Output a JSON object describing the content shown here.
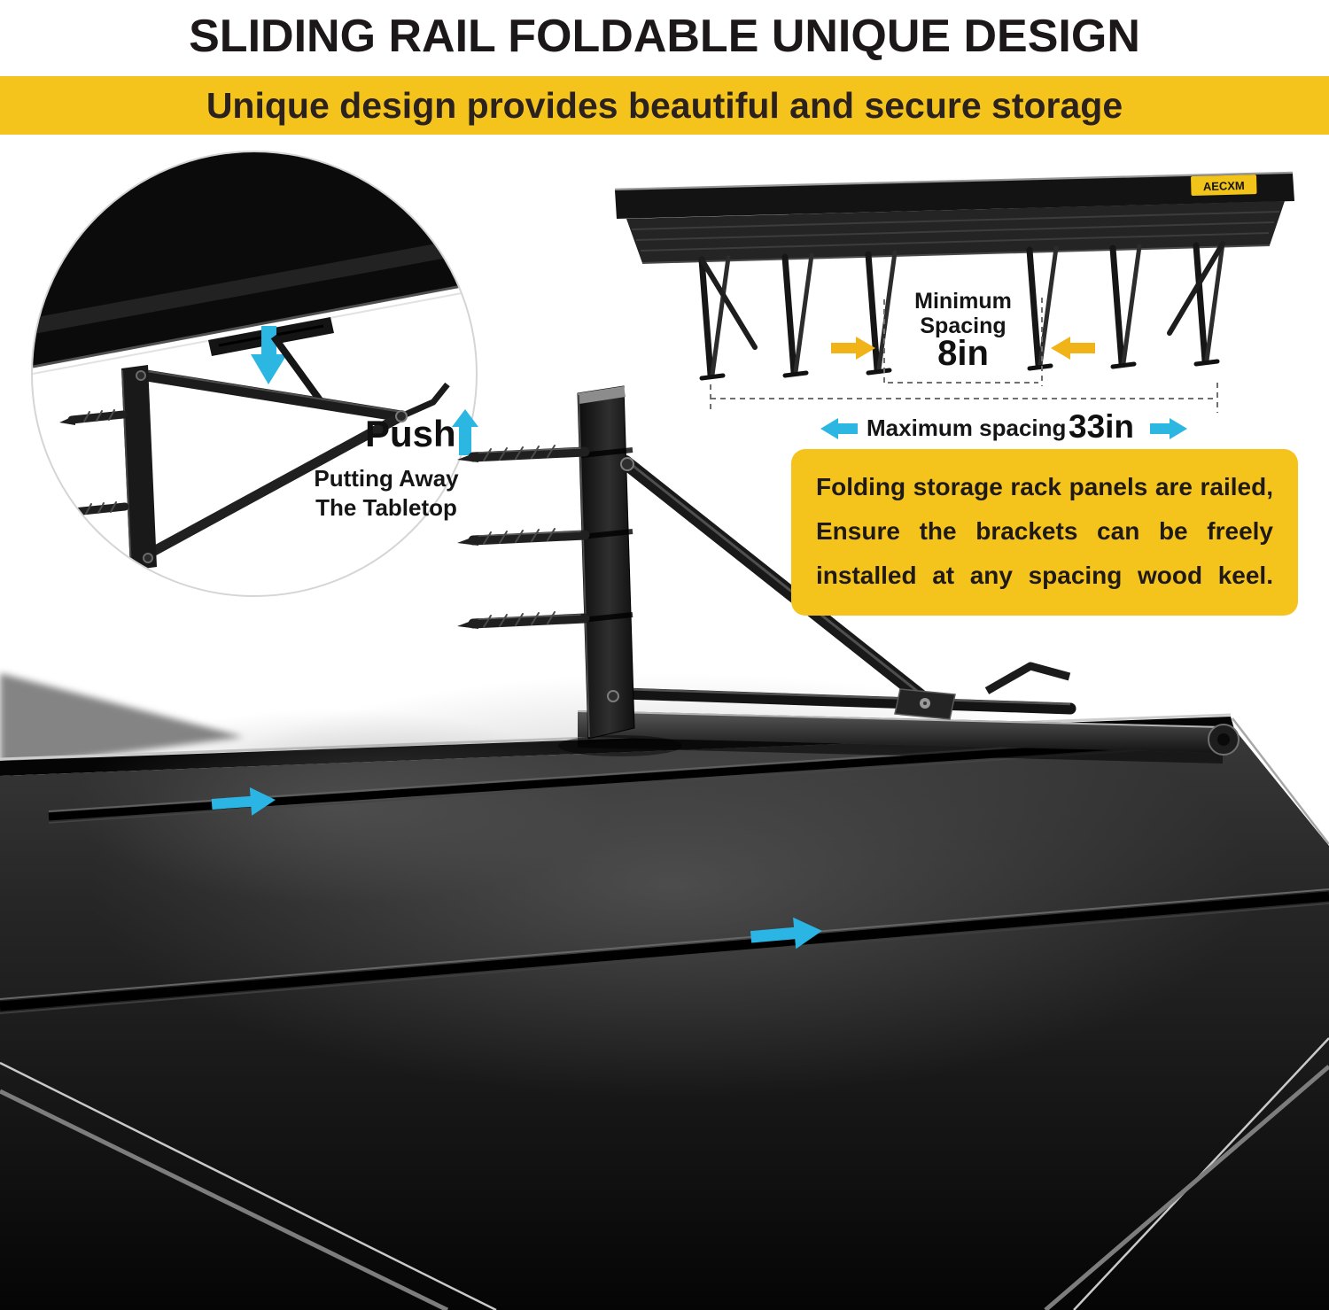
{
  "header": {
    "title": "SLIDING RAIL FOLDABLE UNIQUE DESIGN",
    "banner": "Unique design provides beautiful and secure storage"
  },
  "inset": {
    "push": "Push",
    "caption_lines": [
      "Putting Away",
      "The Tabletop"
    ]
  },
  "diagram": {
    "brand": "AECXM",
    "min_line1": "Minimum",
    "min_line2": "Spacing",
    "min_value": "8in",
    "max_label": "Maximum spacing",
    "max_value": "33in"
  },
  "info_box": {
    "lines": [
      "Folding storage rack panels are railed,",
      "Ensure the brackets can be freely",
      "installed at any spacing wood keel."
    ]
  },
  "colors": {
    "accent_yellow": "#F5C41C",
    "arrow_yellow": "#F0B318",
    "accent_cyan": "#2CB7E3",
    "text_dark": "#1E1A1B"
  }
}
